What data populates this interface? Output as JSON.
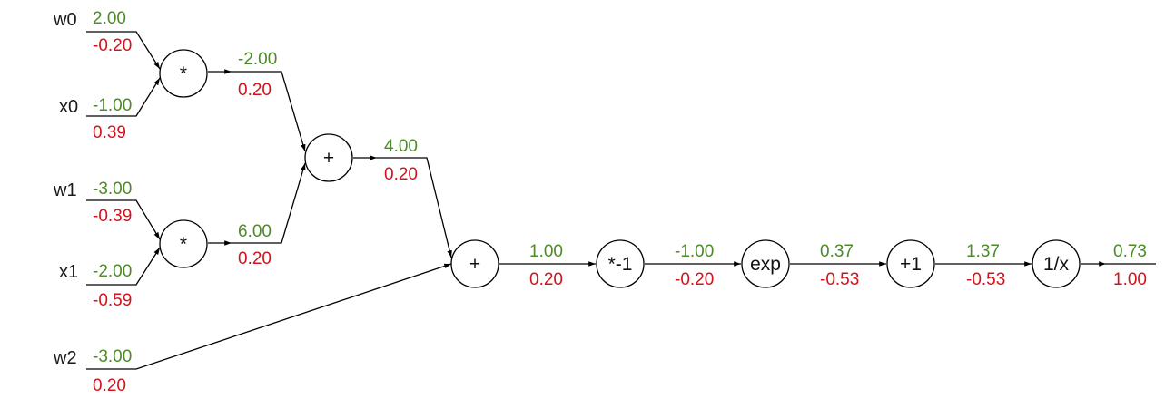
{
  "colors": {
    "forward": "#4e8a2a",
    "backward": "#d0141c",
    "line": "#000000"
  },
  "inputs": [
    {
      "name": "w0",
      "forward": "2.00",
      "backward": "-0.20"
    },
    {
      "name": "x0",
      "forward": "-1.00",
      "backward": "0.39"
    },
    {
      "name": "w1",
      "forward": "-3.00",
      "backward": "-0.39"
    },
    {
      "name": "x1",
      "forward": "-2.00",
      "backward": "-0.59"
    },
    {
      "name": "w2",
      "forward": "-3.00",
      "backward": "0.20"
    }
  ],
  "gates": [
    {
      "label": "*"
    },
    {
      "label": "*"
    },
    {
      "label": "+"
    },
    {
      "label": "+"
    },
    {
      "label": "*-1"
    },
    {
      "label": "exp"
    },
    {
      "label": "+1"
    },
    {
      "label": "1/x"
    }
  ],
  "edges": [
    {
      "forward": "-2.00",
      "backward": "0.20"
    },
    {
      "forward": "6.00",
      "backward": "0.20"
    },
    {
      "forward": "4.00",
      "backward": "0.20"
    },
    {
      "forward": "1.00",
      "backward": "0.20"
    },
    {
      "forward": "-1.00",
      "backward": "-0.20"
    },
    {
      "forward": "0.37",
      "backward": "-0.53"
    },
    {
      "forward": "1.37",
      "backward": "-0.53"
    },
    {
      "forward": "0.73",
      "backward": "1.00"
    }
  ]
}
